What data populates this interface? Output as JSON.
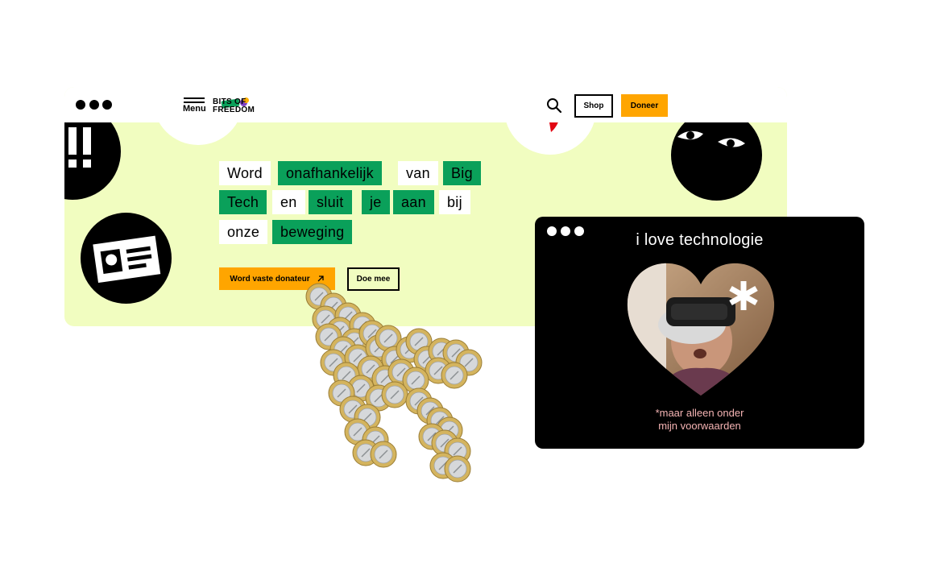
{
  "header": {
    "menu_label": "Menu",
    "logo_line1": "BITS OF",
    "logo_line2": "FREEDOM",
    "search_icon": "search-icon",
    "shop_label": "Shop",
    "doneer_label": "Doneer"
  },
  "hero": {
    "headline_words": [
      {
        "text": "Word",
        "style": "white"
      },
      {
        "text": "onafhankelijk",
        "style": "green"
      },
      {
        "text": "van",
        "style": "white"
      },
      {
        "text": "Big",
        "style": "green"
      },
      {
        "text": "Tech",
        "style": "green"
      },
      {
        "text": "en",
        "style": "white"
      },
      {
        "text": "sluit",
        "style": "green"
      },
      {
        "text": "je",
        "style": "green"
      },
      {
        "text": "aan",
        "style": "green"
      },
      {
        "text": "bij",
        "style": "white"
      },
      {
        "text": "onze",
        "style": "white"
      },
      {
        "text": "beweging",
        "style": "green"
      }
    ],
    "donateur_label": "Word vaste donateur",
    "donateur_icon": "arrow-up-right-icon",
    "doemee_label": "Doe mee"
  },
  "tech_card": {
    "title": "i love technologie",
    "caption_line1": "*maar alleen onder",
    "caption_line2": "mijn voorwaarden",
    "icons": [
      "heart-photo",
      "asterisk-icon"
    ]
  },
  "colors": {
    "hero_bg": "#f1fdc0",
    "green": "#0aa05a",
    "orange": "#ffa500",
    "black": "#000000",
    "caption_pink": "#f5b4b4"
  }
}
